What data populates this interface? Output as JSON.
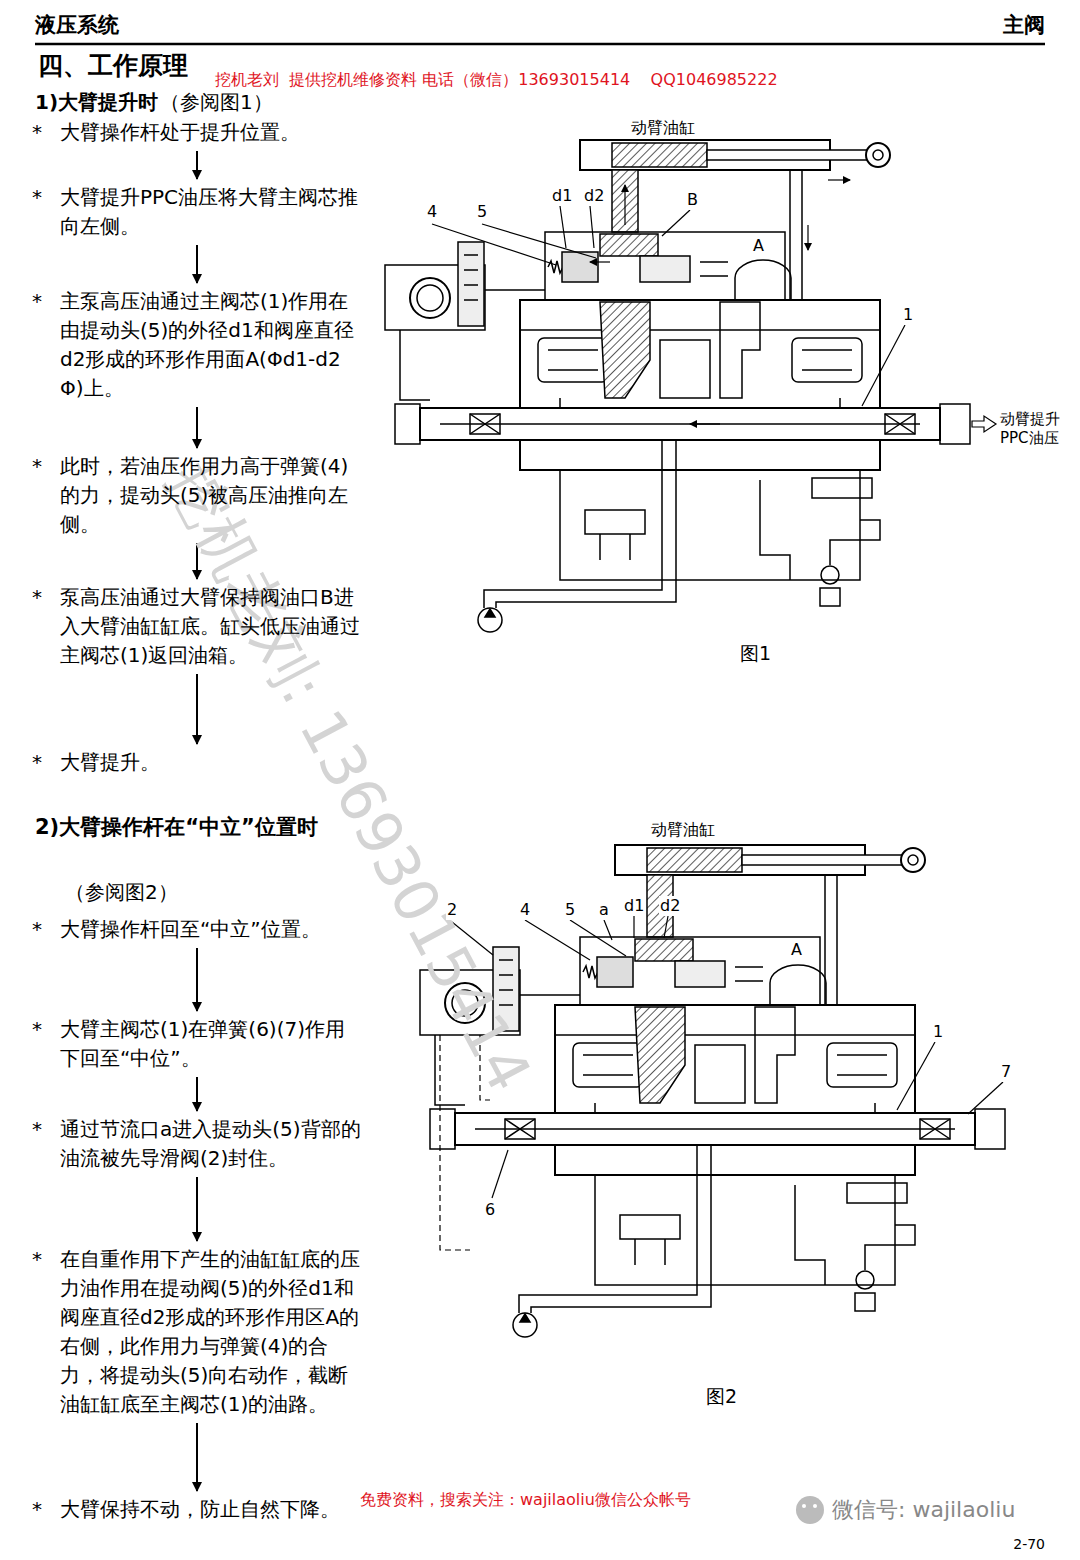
{
  "diagram": {
    "title": "四、工作原理",
    "nodes": [
      {
        "text": [
          "*",
          "大臂操作杆处于提升位置。"
        ]
      },
      {
        "text": [
          "*",
          "大臂提升PPC油压将大臂主阀芯推向左侧。"
        ]
      },
      {
        "text": [
          "*",
          "主泵高压油通过主阀芯(1)作用在由提动头(5)的外径d1和阀座直径d2形成的环形作用面A(Φd1-d2Φ)上。"
        ]
      },
      {
        "text": [
          "*",
          "此时，若油压作用力高于弹簧(4)的力，提动头(5)被高压油推向左侧。"
        ]
      },
      {
        "text": [
          "*",
          "泵高压油通过大臂保持阀油口B进入大臂油缸缸底。缸头低压油通过主阀芯(1)返回油箱。"
        ]
      },
      {
        "text": [
          "*",
          "大臂提升。"
        ]
      },
      {
        "text": [
          "*",
          "大臂操作杆回至“中立”位置。"
        ]
      },
      {
        "text": [
          "*",
          "大臂主阀芯(1)在弹簧(6)(7)作用下回至“中位”。"
        ]
      },
      {
        "text": [
          "*",
          "通过节流口a进入提动头(5)背部的油流被先导滑阀(2)封住。"
        ]
      },
      {
        "text": [
          "*",
          "在自重作用下产生的油缸缸底的压力油作用在提动阀(5)的外径d1和阀座直径d2形成的环形作用区A的右侧，此作用力与弹簧(4)的合力，将提动头(5)向右动作，截断油缸缸底至主阀芯(1)的油路。"
        ]
      },
      {
        "text": [
          "*",
          "大臂保持不动，防止自然下降。"
        ]
      }
    ],
    "edges": [
      {
        "from": 0,
        "to": 1,
        "arrow": "to"
      },
      {
        "from": 1,
        "to": 2,
        "arrow": "to"
      },
      {
        "from": 2,
        "to": 3,
        "arrow": "to"
      },
      {
        "from": 3,
        "to": 4,
        "arrow": "to"
      },
      {
        "from": 4,
        "to": 5,
        "arrow": "to"
      },
      {
        "from": 6,
        "to": 7,
        "arrow": "to"
      },
      {
        "from": 7,
        "to": 8,
        "arrow": "to"
      },
      {
        "from": 8,
        "to": 9,
        "arrow": "to"
      },
      {
        "from": 9,
        "to": 10,
        "arrow": "to"
      }
    ],
    "labels": [
      "液压系统",
      "主阀",
      "挖机老刘  提供挖机维修资料 电话（微信）13693015414    QQ1046985222",
      "1)大臂提升时",
      "（参阅图1）",
      "动臂油缸",
      "d1",
      "d2",
      "B",
      "4",
      "5",
      "A",
      "1",
      "动臂提升 PPC油压",
      "图1",
      "2)大臂操作杆在“中立”位置时",
      "（参阅图2）",
      "动臂油缸",
      "2",
      "4",
      "5",
      "a",
      "d1",
      "d2",
      "A",
      "1",
      "7",
      "6",
      "图2",
      "挖机老刘: 13693015414",
      "免费资料，搜索关注：wajilaoliu微信公众帐号",
      "微信号: wajilaoliu",
      "2-70"
    ]
  }
}
